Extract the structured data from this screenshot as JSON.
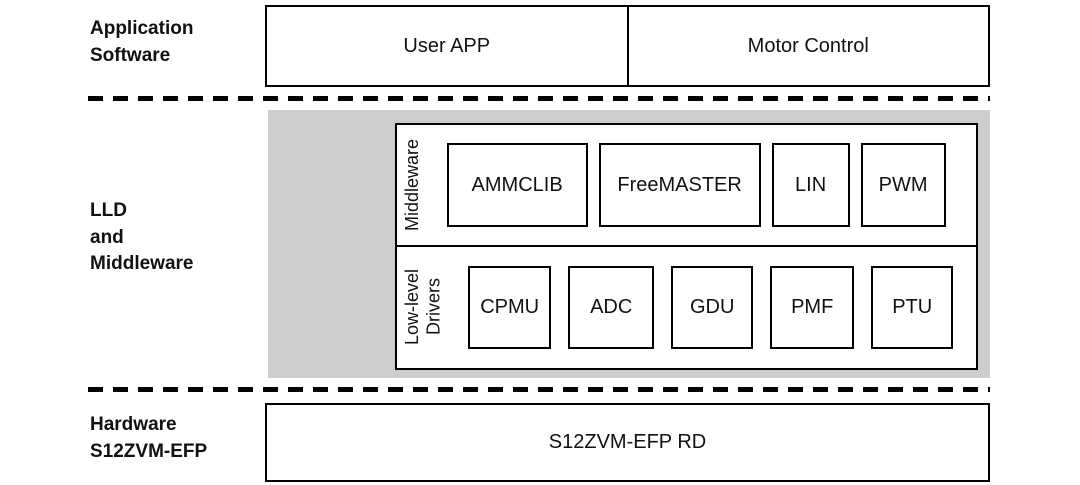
{
  "side_labels": {
    "application": "Application\nSoftware",
    "lld": "LLD\nand\nMiddleware",
    "hardware": "Hardware\nS12ZVM-EFP"
  },
  "application_row": {
    "user_app": "User APP",
    "motor_control": "Motor Control"
  },
  "middleware": {
    "label": "Middleware",
    "items": [
      "AMMCLIB",
      "FreeMASTER",
      "LIN",
      "PWM"
    ]
  },
  "low_level": {
    "label": "Low-level\nDrivers",
    "items": [
      "CPMU",
      "ADC",
      "GDU",
      "PMF",
      "PTU"
    ]
  },
  "hardware_row": {
    "board": "S12ZVM-EFP RD"
  },
  "colors": {
    "border": "#000000",
    "panel_gray": "#cdcdcd",
    "background": "#ffffff"
  }
}
